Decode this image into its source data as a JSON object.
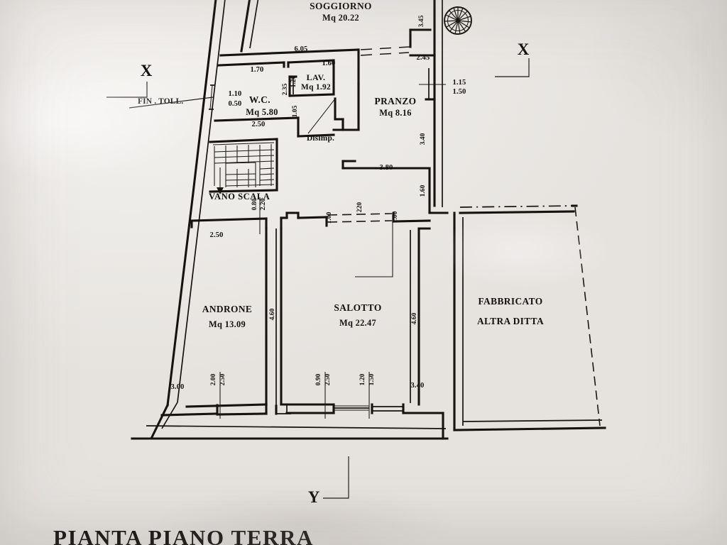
{
  "document": {
    "title": "PIANTA  PIANO TERRA",
    "sheet_kind": "architectural-floor-plan",
    "paper_color": "#eceae6",
    "ink_color": "#16130f"
  },
  "rooms": [
    {
      "id": "soggiorno",
      "name": "SOGGIORNO",
      "area": "Mq 20.22"
    },
    {
      "id": "lav",
      "name": "LAV.",
      "area": "Mq 1.92"
    },
    {
      "id": "wc",
      "name": "W.C.",
      "area": "Mq 5.80"
    },
    {
      "id": "pranzo",
      "name": "PRANZO",
      "area": "Mq 8.16"
    },
    {
      "id": "androne",
      "name": "ANDRONE",
      "area": "Mq 13.09"
    },
    {
      "id": "salotto",
      "name": "SALOTTO",
      "area": "Mq 22.47"
    }
  ],
  "labels": {
    "disimp": "Disimp.",
    "vano_scala": "VANO SCALA",
    "fin_toll": "FIN . TOLL.",
    "fabbricato_line1": "FABBRICATO",
    "fabbricato_line2": "ALTRA DITTA"
  },
  "section_markers": [
    {
      "id": "x-left",
      "label": "X"
    },
    {
      "id": "x-right",
      "label": "X"
    },
    {
      "id": "y-bottom",
      "label": "Y"
    }
  ],
  "dimensions": {
    "d_605": "6.05",
    "d_170": "1.70",
    "d_160a": "1.60",
    "d_120": "1.20",
    "d_235": "2.35",
    "d_105": "1.05",
    "d_110": "1.10",
    "d_050": "0.50",
    "d_250a": "2.50",
    "d_345": "3.45",
    "d_245": "2.45",
    "d_115": "1.15",
    "d_150a": "1.50",
    "d_340a": "3.40",
    "d_380": "3.80",
    "d_160b": "1.60",
    "d_080": "0.80",
    "d_220a": "2.20",
    "d_250b": "2.50",
    "d_100a": "1.00",
    "d_220b": "220",
    "d_100b": "1.00",
    "d_460a": "4.60",
    "d_460b": "4.60",
    "d_300": "3.00",
    "d_200": "2.00",
    "d_250c": "2.50",
    "d_090": "0.90",
    "d_250d": "2.50",
    "d_120b": "1.20",
    "d_150b": "1.50",
    "d_340b": "3.40"
  }
}
